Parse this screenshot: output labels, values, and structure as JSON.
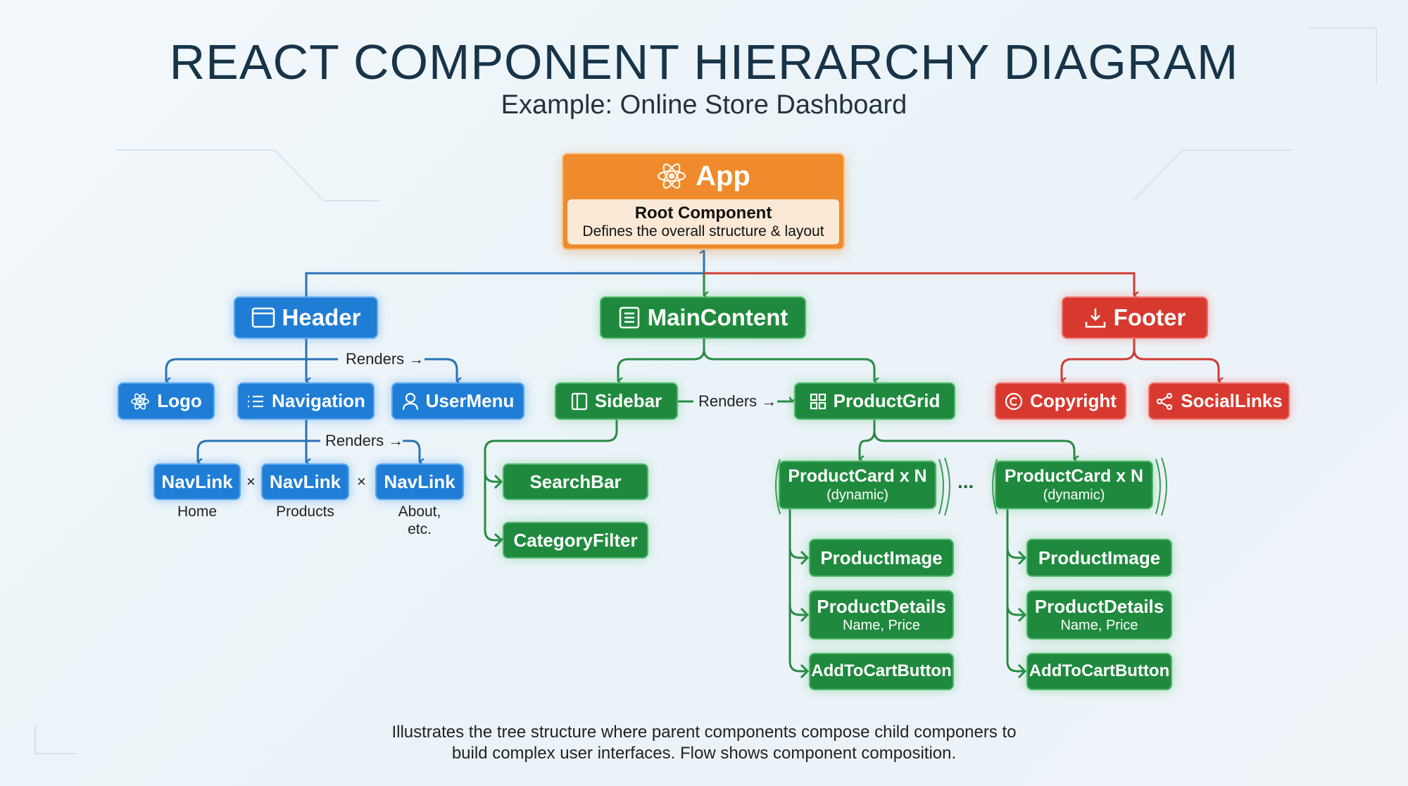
{
  "title": "REACT COMPONENT HIERARCHY DIAGRAM",
  "subtitle": "Example: Online Store Dashboard",
  "root": {
    "name": "App",
    "role": "Root Component",
    "description": "Defines the overall structure & layout",
    "icon": "react-atom-icon"
  },
  "level1": {
    "header": {
      "name": "Header",
      "icon": "browser-window-icon"
    },
    "main": {
      "name": "MainContent",
      "icon": "document-icon"
    },
    "footer": {
      "name": "Footer",
      "icon": "download-tray-icon"
    }
  },
  "header_children": {
    "logo": {
      "name": "Logo",
      "icon": "react-atom-icon"
    },
    "navigation": {
      "name": "Navigation",
      "icon": "list-icon"
    },
    "usermenu": {
      "name": "UserMenu",
      "icon": "user-icon"
    },
    "renders": "Renders →"
  },
  "navlinks": {
    "renders": "Renders →",
    "separator": "×",
    "items": [
      {
        "name": "NavLink",
        "caption": "Home"
      },
      {
        "name": "NavLink",
        "caption": "Products"
      },
      {
        "name": "NavLink",
        "caption": "About,",
        "caption2": "etc."
      }
    ]
  },
  "main_children": {
    "sidebar": {
      "name": "Sidebar",
      "icon": "sidebar-icon"
    },
    "productgrid": {
      "name": "ProductGrid",
      "icon": "grid-icon"
    },
    "renders": "Renders →",
    "searchbar": "SearchBar",
    "categoryfilter": "CategoryFilter"
  },
  "product_cards": [
    {
      "name": "ProductCard x N",
      "note": "(dynamic)",
      "image": "ProductImage",
      "details": "ProductDetails",
      "details_note": "Name, Price",
      "cart": "AddToCartButton"
    },
    {
      "name": "ProductCard x N",
      "note": "(dynamic)",
      "image": "ProductImage",
      "details": "ProductDetails",
      "details_note": "Name, Price",
      "cart": "AddToCartButton"
    }
  ],
  "ellipsis": "...",
  "footer_children": {
    "copyright": {
      "name": "Copyright",
      "icon": "copyright-icon"
    },
    "sociallinks": {
      "name": "SocialLinks",
      "icon": "share-icon"
    }
  },
  "caption_line1": "Illustrates the tree structure where parent components compose child componers to",
  "caption_line2": "build complex user interfaces. Flow shows component composition.",
  "colors": {
    "blue": "#1f7dd6",
    "green": "#1f8a3e",
    "red": "#d8392f",
    "orange": "#ef8b2c"
  }
}
